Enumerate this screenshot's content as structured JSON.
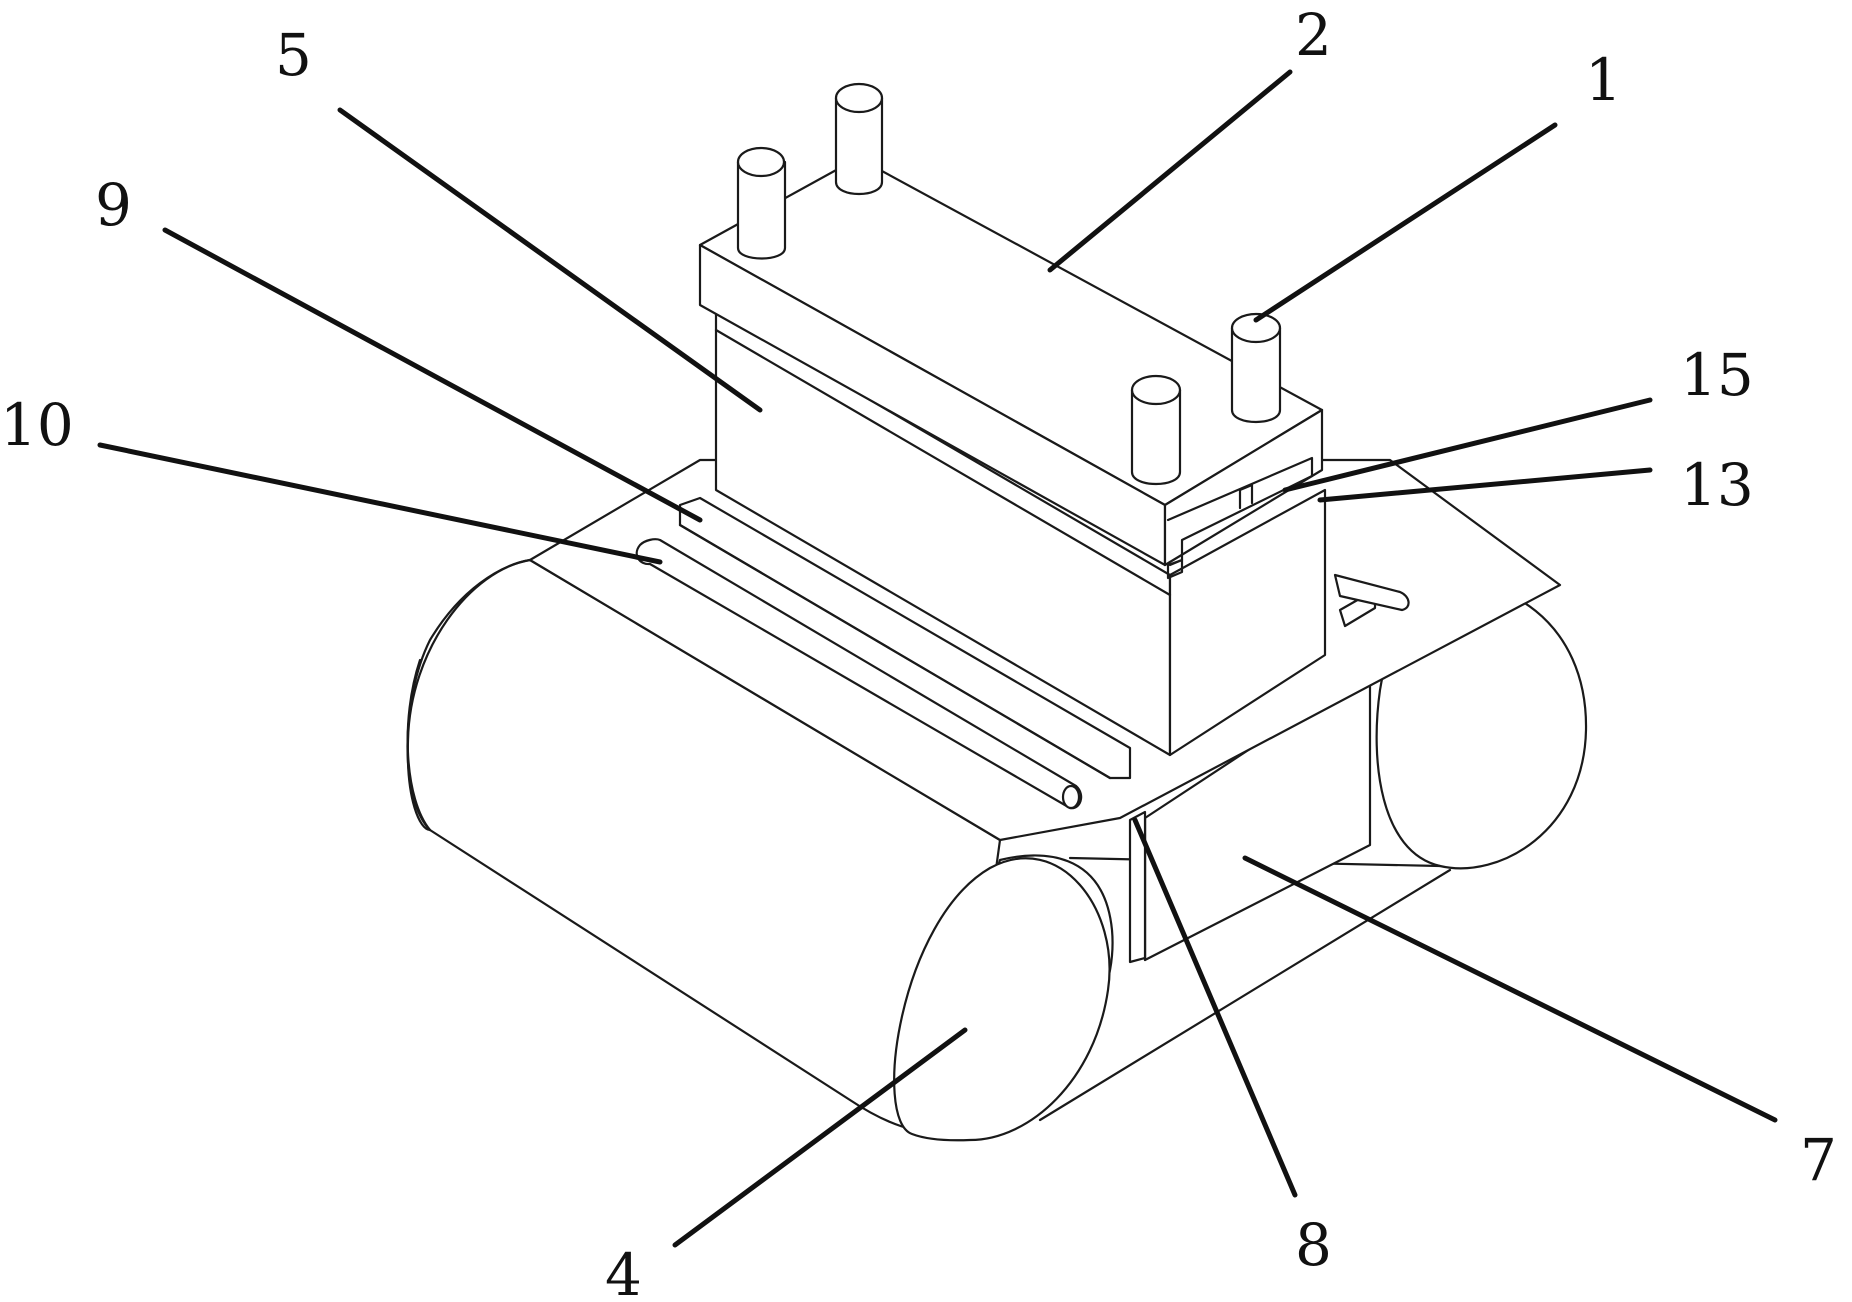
{
  "figure": {
    "labels": {
      "l1": "1",
      "l2": "2",
      "l4": "4",
      "l5": "5",
      "l7": "7",
      "l8": "8",
      "l9": "9",
      "l10": "10",
      "l13": "13",
      "l15": "15"
    },
    "colors": {
      "line": "#1a1a1a",
      "background": "#ffffff"
    }
  }
}
